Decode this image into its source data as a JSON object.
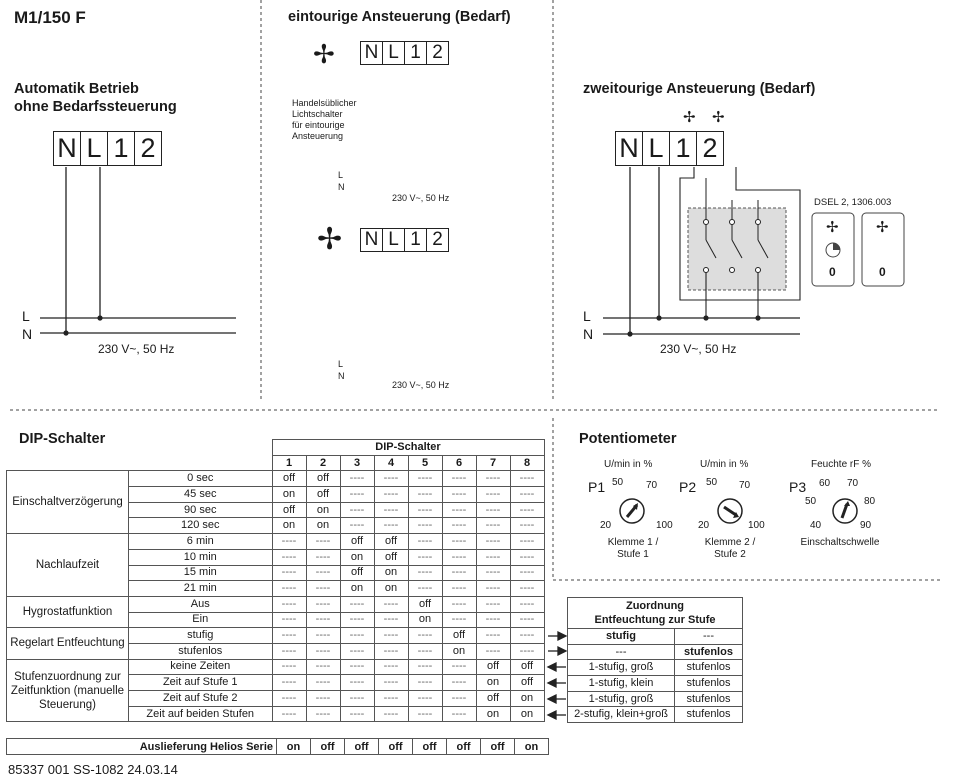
{
  "model_title": "M1/150 F",
  "panel1": {
    "title_line1": "Automatik Betrieb",
    "title_line2": "ohne Bedarfssteuerung",
    "voltage": "230 V~, 50 Hz",
    "L": "L",
    "N": "N"
  },
  "panel2": {
    "title": "eintourige Ansteuerung (Bedarf)",
    "switch_note": [
      "Handelsüblicher",
      "Lichtschalter",
      "für eintourige",
      "Ansteuerung"
    ],
    "voltage": "230 V~, 50 Hz",
    "L": "L",
    "N": "N"
  },
  "panel3": {
    "title": "zweitourige Ansteuerung (Bedarf)",
    "dsel_label": "DSEL 2, 1306.003",
    "dsel_value_left": "0",
    "dsel_value_right": "0",
    "voltage": "230 V~, 50 Hz",
    "L": "L",
    "N": "N"
  },
  "terminals": [
    "N",
    "L",
    "1",
    "2"
  ],
  "dip": {
    "title": "DIP-Schalter",
    "header": "DIP-Schalter",
    "columns": [
      "1",
      "2",
      "3",
      "4",
      "5",
      "6",
      "7",
      "8"
    ],
    "groups": [
      {
        "label": "Einschaltverzögerung",
        "rows": [
          {
            "label": "0 sec",
            "vals": [
              "off",
              "off",
              "----",
              "----",
              "----",
              "----",
              "----",
              "----"
            ]
          },
          {
            "label": "45 sec",
            "vals": [
              "on",
              "off",
              "----",
              "----",
              "----",
              "----",
              "----",
              "----"
            ]
          },
          {
            "label": "90 sec",
            "vals": [
              "off",
              "on",
              "----",
              "----",
              "----",
              "----",
              "----",
              "----"
            ]
          },
          {
            "label": "120 sec",
            "vals": [
              "on",
              "on",
              "----",
              "----",
              "----",
              "----",
              "----",
              "----"
            ]
          }
        ]
      },
      {
        "label": "Nachlaufzeit",
        "rows": [
          {
            "label": "6 min",
            "vals": [
              "----",
              "----",
              "off",
              "off",
              "----",
              "----",
              "----",
              "----"
            ]
          },
          {
            "label": "10 min",
            "vals": [
              "----",
              "----",
              "on",
              "off",
              "----",
              "----",
              "----",
              "----"
            ]
          },
          {
            "label": "15 min",
            "vals": [
              "----",
              "----",
              "off",
              "on",
              "----",
              "----",
              "----",
              "----"
            ]
          },
          {
            "label": "21 min",
            "vals": [
              "----",
              "----",
              "on",
              "on",
              "----",
              "----",
              "----",
              "----"
            ]
          }
        ]
      },
      {
        "label": "Hygrostatfunktion",
        "rows": [
          {
            "label": "Aus",
            "vals": [
              "----",
              "----",
              "----",
              "----",
              "off",
              "----",
              "----",
              "----"
            ]
          },
          {
            "label": "Ein",
            "vals": [
              "----",
              "----",
              "----",
              "----",
              "on",
              "----",
              "----",
              "----"
            ]
          }
        ]
      },
      {
        "label": "Regelart Entfeuchtung",
        "rows": [
          {
            "label": "stufig",
            "vals": [
              "----",
              "----",
              "----",
              "----",
              "----",
              "off",
              "----",
              "----"
            ]
          },
          {
            "label": "stufenlos",
            "vals": [
              "----",
              "----",
              "----",
              "----",
              "----",
              "on",
              "----",
              "----"
            ]
          }
        ]
      },
      {
        "label": "Stufenzuordnung zur Zeitfunktion (manuelle Steuerung)",
        "rows": [
          {
            "label": "keine Zeiten",
            "vals": [
              "----",
              "----",
              "----",
              "----",
              "----",
              "----",
              "off",
              "off"
            ]
          },
          {
            "label": "Zeit auf Stufe 1",
            "vals": [
              "----",
              "----",
              "----",
              "----",
              "----",
              "----",
              "on",
              "off"
            ]
          },
          {
            "label": "Zeit auf Stufe 2",
            "vals": [
              "----",
              "----",
              "----",
              "----",
              "----",
              "----",
              "off",
              "on"
            ]
          },
          {
            "label": "Zeit auf beiden Stufen",
            "vals": [
              "----",
              "----",
              "----",
              "----",
              "----",
              "----",
              "on",
              "on"
            ]
          }
        ]
      }
    ],
    "shipping_label": "Auslieferung Helios Serie",
    "shipping_vals": [
      "on",
      "off",
      "off",
      "off",
      "off",
      "off",
      "off",
      "on"
    ]
  },
  "zuordnung": {
    "header_line1": "Zuordnung",
    "header_line2": "Entfeuchtung zur Stufe",
    "rows": [
      [
        "stufig",
        "---"
      ],
      [
        "---",
        "stufenlos"
      ],
      [
        "1-stufig, groß",
        "stufenlos"
      ],
      [
        "1-stufig, klein",
        "stufenlos"
      ],
      [
        "1-stufig, groß",
        "stufenlos"
      ],
      [
        "2-stufig, klein+groß",
        "stufenlos"
      ]
    ]
  },
  "poti": {
    "title": "Potentiometer",
    "dials": [
      {
        "name": "P1",
        "unit": "U/min in %",
        "ticks": [
          "20",
          "50",
          "70",
          "100"
        ],
        "caption1": "Klemme 1 /",
        "caption2": "Stufe 1"
      },
      {
        "name": "P2",
        "unit": "U/min in %",
        "ticks": [
          "20",
          "50",
          "70",
          "100"
        ],
        "caption1": "Klemme 2 /",
        "caption2": "Stufe 2"
      },
      {
        "name": "P3",
        "unit": "Feuchte rF %",
        "ticks": [
          "40",
          "50",
          "60",
          "70",
          "80",
          "90"
        ],
        "caption1": "Einschaltschwelle",
        "caption2": ""
      }
    ]
  },
  "footer": "85337 001   SS-1082   24.03.14"
}
